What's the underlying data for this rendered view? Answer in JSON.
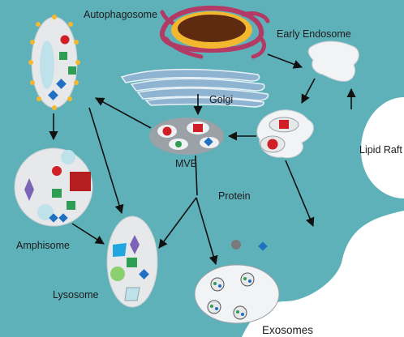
{
  "labels": {
    "autophagosome": "Autophagosome",
    "early_endosome": "Early Endosome",
    "golgi": "Golgi",
    "mvb": "MVB",
    "protein": "Protein",
    "lipid_raft": "Lipid Raft",
    "amphisome": "Amphisome",
    "lysosome": "Lysosome",
    "exosomes": "Exosomes"
  },
  "colors": {
    "cytoplasm": "#5fb1b9",
    "vesicle_fill": "#e6e8ea",
    "vesicle_stroke": "#9aa2a8",
    "inner_blue": "#bfe2ea",
    "red": "#d01f26",
    "green": "#2f9e55",
    "blue": "#1f6fc2",
    "purple": "#7b63b8",
    "yellow": "#f3b830",
    "golgi": "#8fb4d2",
    "er_pink": "#b33a65",
    "light_green": "#8ccf6e",
    "cyan": "#21a6e0"
  }
}
